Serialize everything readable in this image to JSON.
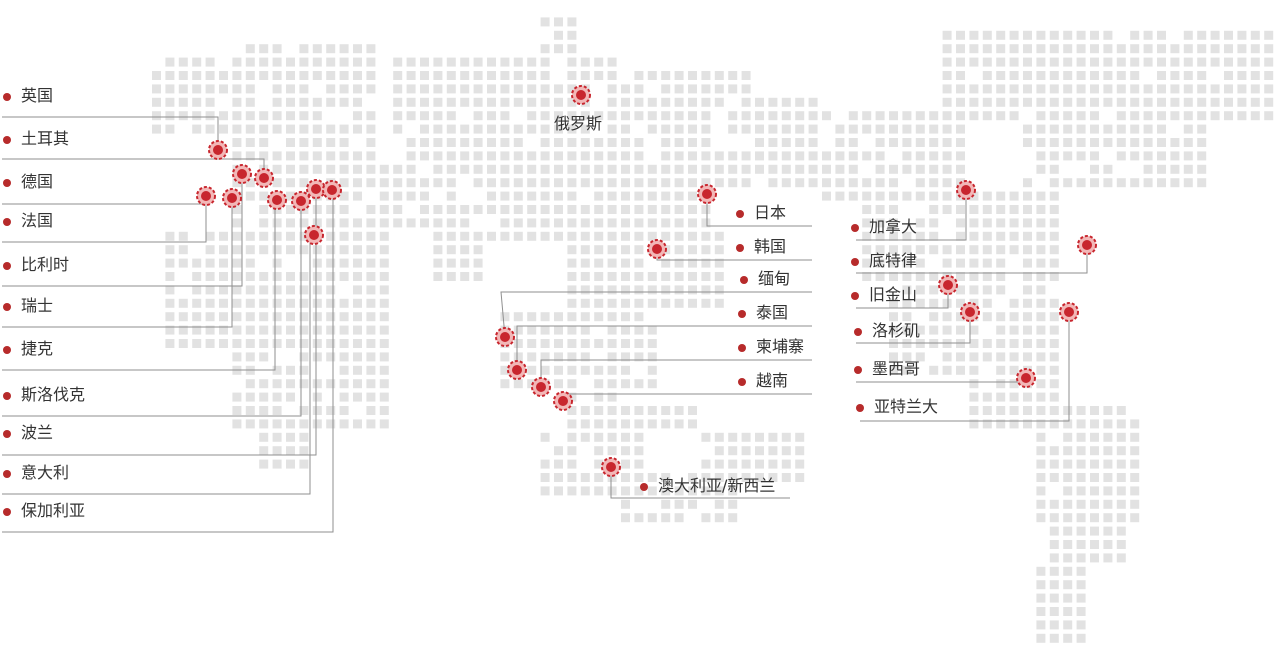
{
  "theme": {
    "marker": "#c8262e",
    "marker_ring": "#f2b7b7",
    "line": "#8f8f8f",
    "land_dot": "#e2e2e2",
    "text": "#333333"
  },
  "locations": {
    "uk": "英国",
    "turkey": "土耳其",
    "germany": "德国",
    "france": "法国",
    "belgium": "比利时",
    "switzerland": "瑞士",
    "czech": "捷克",
    "slovakia": "斯洛伐克",
    "poland": "波兰",
    "italy": "意大利",
    "bulgaria": "保加利亚",
    "russia": "俄罗斯",
    "japan": "日本",
    "korea": "韩国",
    "myanmar": "缅甸",
    "thailand": "泰国",
    "cambodia": "柬埔寨",
    "vietnam": "越南",
    "australia_nz": "澳大利亚/新西兰",
    "canada": "加拿大",
    "detroit": "底特律",
    "san_francisco": "旧金山",
    "los_angeles": "洛杉矶",
    "mexico": "墨西哥",
    "atlanta": "亚特兰大"
  }
}
